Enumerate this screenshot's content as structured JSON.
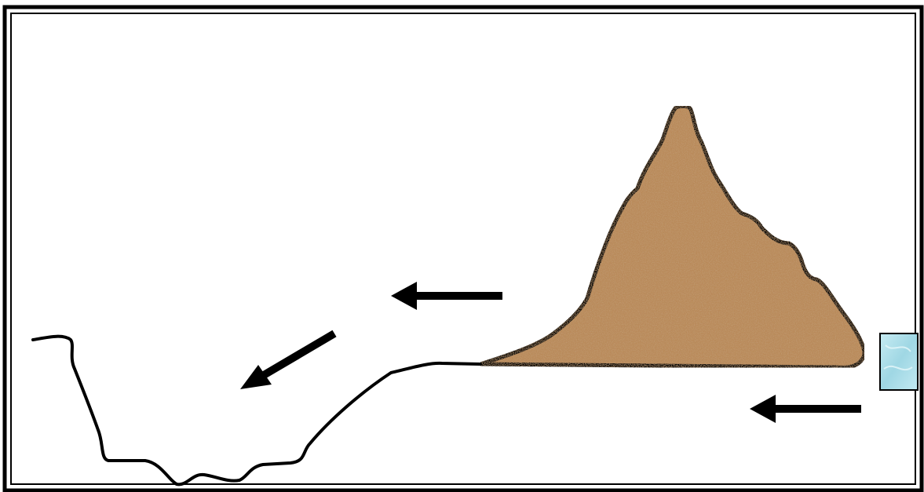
{
  "diagram": {
    "frame": {
      "border_color": "#000000",
      "background": "#ffffff"
    },
    "sand_pile": {
      "fill_color": "#b98a5a",
      "speckle_dark": "#8a5a35",
      "speckle_light": "#d8b585"
    },
    "water_block": {
      "fill_color": "#a9dde8",
      "highlight": "#d6f1f6",
      "stroke_color": "#000000"
    },
    "terrain_line": {
      "stroke_color": "#000000"
    },
    "arrows": [
      {
        "id": "arrow-bottom-right",
        "direction": "left"
      },
      {
        "id": "arrow-middle",
        "direction": "left"
      },
      {
        "id": "arrow-down-left",
        "direction": "down-left"
      }
    ]
  }
}
